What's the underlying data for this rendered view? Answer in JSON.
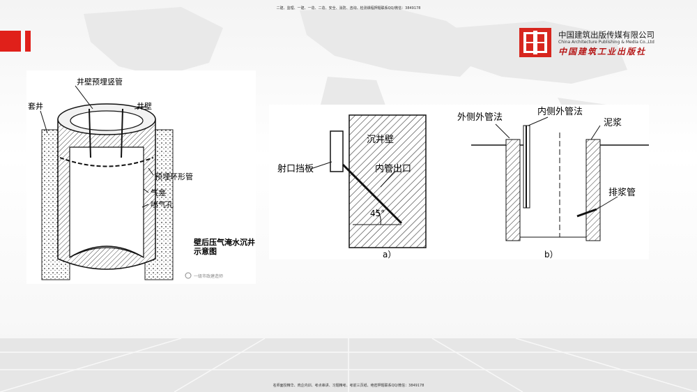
{
  "header_note": "二建、监理、一建、一造、二造、安全、消防、咨询、检测课程押题联系QQ/微信：3849178",
  "footer_note": "名师面授精华、肉企内训、考点串讲、习题精考、考前三页纸、绝密押题联系QQ/微信：3849178",
  "colors": {
    "accent_red": "#e0201a",
    "logo_red": "#b61818"
  },
  "publisher": {
    "name_cn": "中国建筑出版传媒有限公司",
    "name_en": "China Architecture Publishing & Media Co.,Ltd",
    "calligraphy": "中国建筑工业出版社"
  },
  "figure1": {
    "labels": {
      "pipe_vertical": "井壁预埋竖管",
      "sleeve_well": "套井",
      "well_wall": "井壁",
      "ring_pipe": "预埋环形管",
      "air_niche": "气龛",
      "air_hole": "喷气孔"
    },
    "caption_line1": "壁后压气淹水沉井",
    "caption_line2": "示意图",
    "watermark": "一级市政建造师"
  },
  "figure2": {
    "labels": {
      "caisson_wall": "沉井壁",
      "deflector": "射口挡板",
      "inner_outlet": "内管出口",
      "angle": "45°",
      "sub_a": "a）",
      "outer_method": "外侧外管法",
      "inner_method": "内侧外管法",
      "slurry": "泥浆",
      "drain_pipe": "排浆管",
      "sub_b": "b）"
    }
  }
}
